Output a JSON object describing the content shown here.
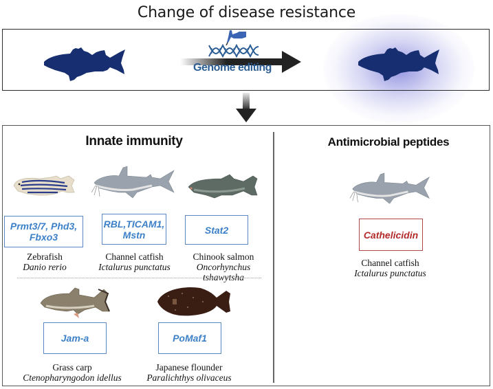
{
  "title": "Change of disease resistance",
  "top_panel": {
    "process_label": "Genome editing",
    "icons": [
      "fish-silhouette-icon",
      "hand-pen-icon",
      "dna-helix-icon",
      "right-arrow-icon",
      "glowing-fish-silhouette-icon"
    ],
    "colors": {
      "fish": "#172f70",
      "label": "#2c5e96",
      "glow": "#5a5ad0"
    }
  },
  "sections": {
    "innate": {
      "title": "Innate immunity",
      "species": [
        {
          "genes": "Prmt3/7, Phd3, Fbxo3",
          "common": "Zebrafish",
          "scientific": "Danio rerio"
        },
        {
          "genes": "RBL,TICAM1, Mstn",
          "common": "Channel catfish",
          "scientific": "Ictalurus punctatus"
        },
        {
          "genes": "Stat2",
          "common": "Chinook salmon",
          "scientific": "Oncorhynchus tshawytsha"
        },
        {
          "genes": "Jam-a",
          "common": "Grass carp",
          "scientific": "Ctenopharyngodon idellus"
        },
        {
          "genes": "PoMaf1",
          "common": "Japanese flounder",
          "scientific": "Paralichthys olivaceus"
        }
      ]
    },
    "amp": {
      "title": "Antimicrobial peptides",
      "species": [
        {
          "genes": "Cathelicidin",
          "common": "Channel catfish",
          "scientific": "Ictalurus punctatus"
        }
      ]
    }
  },
  "colors": {
    "gene_blue": "#3c80c8",
    "gene_red": "#b32a2a"
  }
}
